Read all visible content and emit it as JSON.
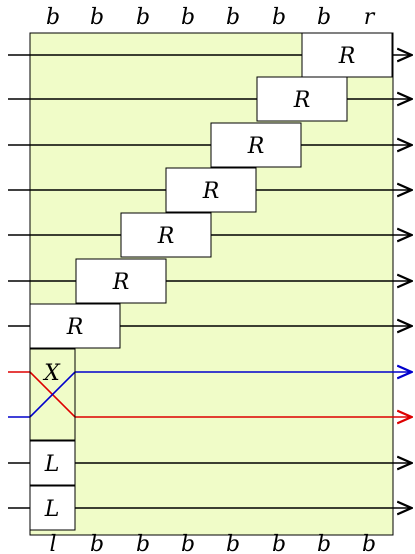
{
  "diagram": {
    "top_labels": [
      "b",
      "b",
      "b",
      "b",
      "b",
      "b",
      "b",
      "r"
    ],
    "bottom_labels": [
      "l",
      "b",
      "b",
      "b",
      "b",
      "b",
      "b",
      "b"
    ],
    "r_boxes": [
      "R",
      "R",
      "R",
      "R",
      "R",
      "R",
      "R"
    ],
    "x_box": "X",
    "l_boxes": [
      "L",
      "L"
    ],
    "colors": {
      "background_fill": "#f0fcc8",
      "wire": "#000000",
      "wire_blue": "#0000cc",
      "wire_red": "#dd0000"
    }
  }
}
